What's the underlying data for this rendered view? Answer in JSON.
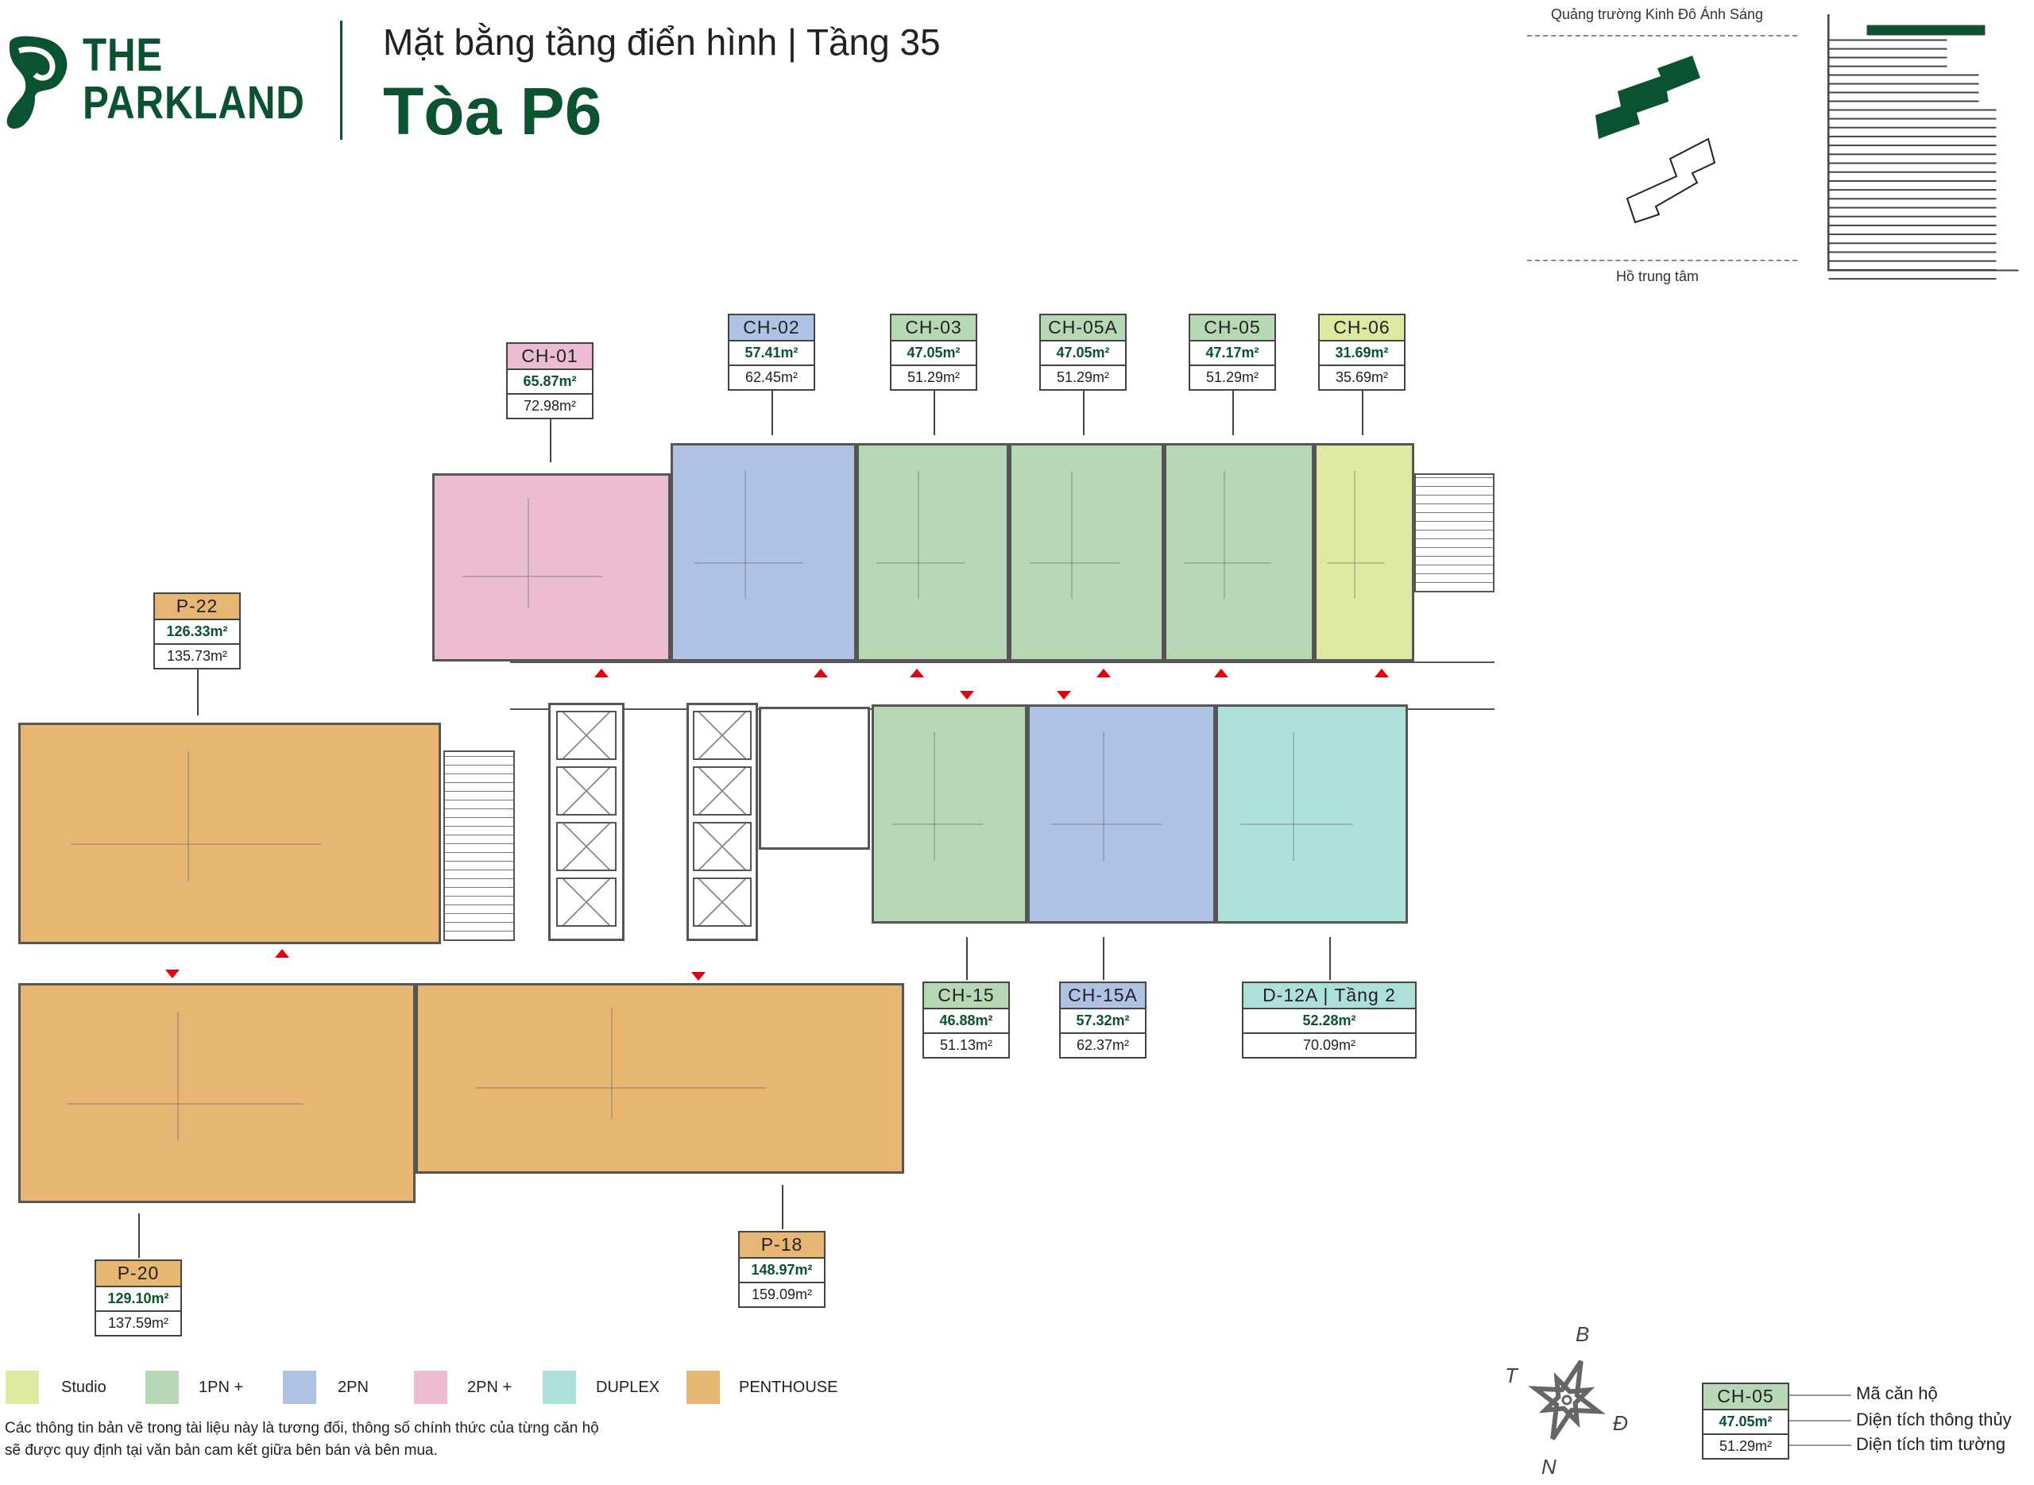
{
  "header": {
    "logo_line1": "THE",
    "logo_line2": "PARKLAND",
    "subtitle": "Mặt bằng tầng điển hình | Tầng 35",
    "title": "Tòa P6"
  },
  "keymap": {
    "top_label": "Quảng trường Kinh Đô Ánh Sáng",
    "bottom_label": "Hồ trung tâm",
    "highlighted_floor": 35
  },
  "colors": {
    "brand": "#0b5230",
    "studio": "#dfe8a0",
    "1pn_plus": "#b7d8b4",
    "2pn": "#aec3e3",
    "2pn_plus": "#ebbcd2",
    "duplex": "#aee0da",
    "penthouse": "#e8b673",
    "door_marker": "#e3000f"
  },
  "units": [
    {
      "code": "CH-01",
      "type": "2pn_plus",
      "net_area": "65.87m²",
      "gross_area": "72.98m²"
    },
    {
      "code": "CH-02",
      "type": "2pn",
      "net_area": "57.41m²",
      "gross_area": "62.45m²"
    },
    {
      "code": "CH-03",
      "type": "1pn_plus",
      "net_area": "47.05m²",
      "gross_area": "51.29m²"
    },
    {
      "code": "CH-05A",
      "type": "1pn_plus",
      "net_area": "47.05m²",
      "gross_area": "51.29m²"
    },
    {
      "code": "CH-05",
      "type": "1pn_plus",
      "net_area": "47.17m²",
      "gross_area": "51.29m²"
    },
    {
      "code": "CH-06",
      "type": "studio",
      "net_area": "31.69m²",
      "gross_area": "35.69m²"
    },
    {
      "code": "P-22",
      "type": "penthouse",
      "net_area": "126.33m²",
      "gross_area": "135.73m²"
    },
    {
      "code": "CH-15",
      "type": "1pn_plus",
      "net_area": "46.88m²",
      "gross_area": "51.13m²"
    },
    {
      "code": "CH-15A",
      "type": "2pn",
      "net_area": "57.32m²",
      "gross_area": "62.37m²"
    },
    {
      "code": "D-12A | Tầng 2",
      "type": "duplex",
      "net_area": "52.28m²",
      "gross_area": "70.09m²"
    },
    {
      "code": "P-20",
      "type": "penthouse",
      "net_area": "129.10m²",
      "gross_area": "137.59m²"
    },
    {
      "code": "P-18",
      "type": "penthouse",
      "net_area": "148.97m²",
      "gross_area": "159.09m²"
    }
  ],
  "legend": [
    {
      "label": "Studio",
      "type": "studio"
    },
    {
      "label": "1PN +",
      "type": "1pn_plus"
    },
    {
      "label": "2PN",
      "type": "2pn"
    },
    {
      "label": "2PN +",
      "type": "2pn_plus"
    },
    {
      "label": "DUPLEX",
      "type": "duplex"
    },
    {
      "label": "PENTHOUSE",
      "type": "penthouse"
    }
  ],
  "disclaimer": {
    "line1": "Các thông tin bản vẽ trong tài liệu này là tương đối, thông số chính thức của từng căn hộ",
    "line2": "sẽ được quy định tại văn bản cam kết giữa bên bán và bên mua."
  },
  "compass": {
    "north": "B",
    "east": "Đ",
    "south": "N",
    "west": "T",
    "icon": "compass-rose-icon"
  },
  "label_key": {
    "code": "CH-05",
    "net_area": "47.05m²",
    "gross_area": "51.29m²",
    "code_desc": "Mã căn hộ",
    "net_desc": "Diện tích thông thủy",
    "gross_desc": "Diện tích tim tường"
  }
}
